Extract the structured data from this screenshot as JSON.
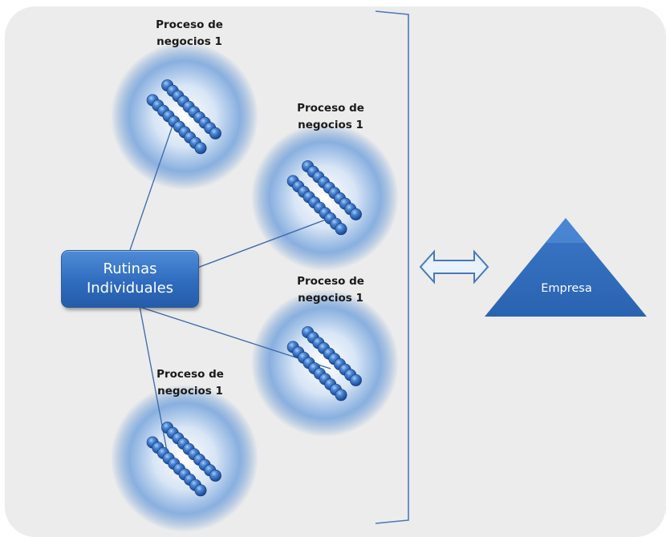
{
  "process_nodes": [
    {
      "label": "Proceso de\nnegocios 1"
    },
    {
      "label": "Proceso de\nnegocios 1"
    },
    {
      "label": "Proceso de\nnegocios 1"
    },
    {
      "label": "Proceso de\nnegocios 1"
    }
  ],
  "routine": {
    "line1": "Rutinas",
    "line2": "Individuales"
  },
  "company": {
    "label": "Empresa"
  },
  "colors": {
    "background": "#ececec",
    "bead_dark": "#1d4d9c",
    "bead_light": "#8ab8f0",
    "halo": "#5b8fd0",
    "connector": "#3a68a8",
    "triangle": "#2f6cbf",
    "arrow_fill": "#e9f1fb",
    "arrow_stroke": "#4a78b8"
  }
}
